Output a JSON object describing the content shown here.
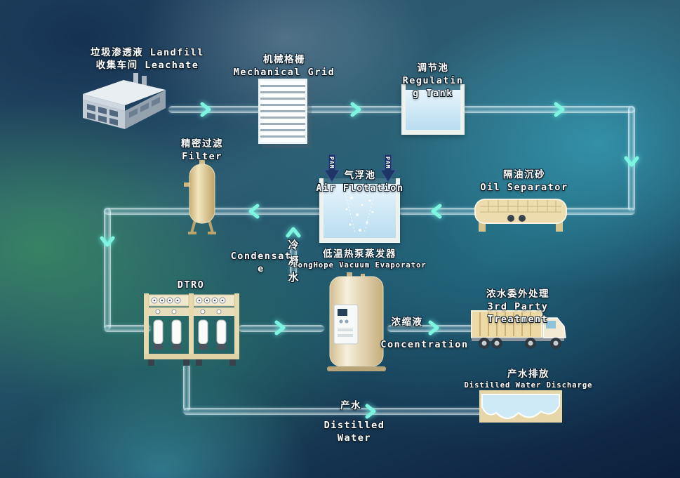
{
  "colors": {
    "arrow": "#7df5e0",
    "pipe": "#bfe6f6",
    "pam_arrow": "#1d3666",
    "vessel_tan": "#ecdcae",
    "water_blue": "#c3e2f2"
  },
  "nodes": {
    "landfill": {
      "line1": "垃圾渗透液 Landfill",
      "line2": "收集车间 Leachate"
    },
    "mechanical_grid": {
      "line1": "机械格栅",
      "line2": "Mechanical Grid"
    },
    "regulating_tank": {
      "line1": "调节池",
      "line2": "Regulatin",
      "line3": "g Tank"
    },
    "oil_separator": {
      "line1": "隔油沉砂",
      "line2": "Oil Separator"
    },
    "air_flotation": {
      "line1": "气浮池",
      "line2": "Air Flotation"
    },
    "pam": "PAM",
    "filter": {
      "line1": "精密过滤",
      "line2": "Filter"
    },
    "condensate": {
      "line1": "Condensat",
      "line2": "e",
      "vertical": "冷凝水"
    },
    "dtro": {
      "line1": "DTRO"
    },
    "evaporator": {
      "line1": "低温热泵蒸发器",
      "line2": "LongHope Vacuum Evaporator"
    },
    "concentration": {
      "line1": "浓缩液",
      "line2": "Concentration"
    },
    "third_party": {
      "line1": "浓水委外处理",
      "line2": "3rd Party Treatment"
    },
    "discharge": {
      "line1": "产水排放",
      "line2": "Distilled Water Discharge"
    },
    "product_water": {
      "line1": "产水",
      "line2": "Distilled Water"
    }
  }
}
